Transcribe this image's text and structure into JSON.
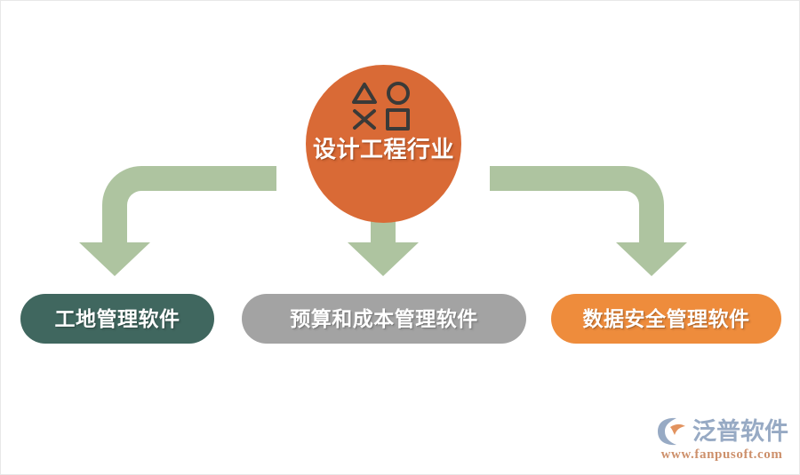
{
  "diagram": {
    "title": "设计工程行业",
    "hub": {
      "label": "设计工程行业",
      "color": "#d96a36",
      "icon_name": "four-shapes-icon",
      "icon_shapes": [
        "triangle",
        "circle",
        "cross",
        "square"
      ],
      "icon_color": "#3a3a38"
    },
    "arrows": {
      "color": "#aec4a0",
      "items": [
        {
          "name": "arrow-left-elbow",
          "direction": "left-then-down",
          "target": "工地管理软件"
        },
        {
          "name": "arrow-center-straight",
          "direction": "down",
          "target": "预算和成本管理软件"
        },
        {
          "name": "arrow-right-elbow",
          "direction": "right-then-down",
          "target": "数据安全管理软件"
        }
      ]
    },
    "nodes": [
      {
        "label": "工地管理软件",
        "color": "#40675f"
      },
      {
        "label": "预算和成本管理软件",
        "color": "#a3a3a3"
      },
      {
        "label": "数据安全管理软件",
        "color": "#ee8c3c"
      }
    ]
  },
  "watermark": {
    "brand": "泛普软件",
    "url": "www.fanpusoft.com",
    "brand_color": "#8fa3bf",
    "url_color": "#c9875f"
  }
}
